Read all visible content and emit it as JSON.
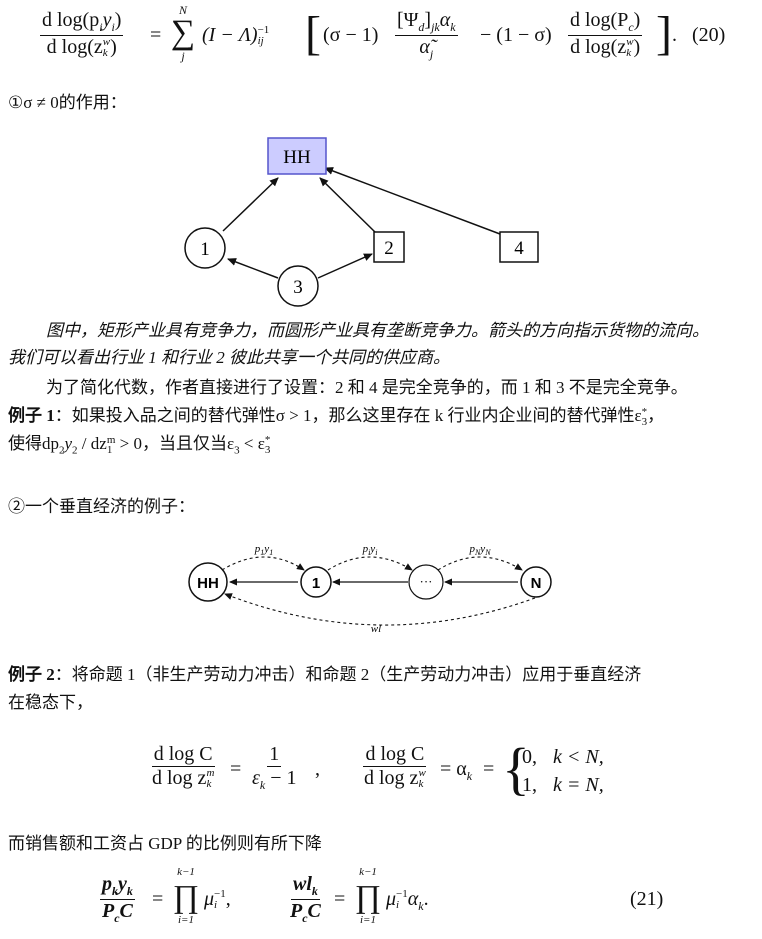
{
  "eq20": {
    "lhs_num": "d log(p",
    "lhs_num_sub": "i",
    "lhs_num_y": "y",
    "lhs_num_y_sub": "i",
    "lhs_num_close": ")",
    "lhs_den": "d log(z",
    "lhs_den_sup": "w",
    "lhs_den_sub": "k",
    "lhs_den_close": ")",
    "eq": "=",
    "sum_top": "N",
    "sum_bot": "j",
    "inv": "(I − Λ)",
    "inv_sup": "−1",
    "inv_sub": "ij",
    "term1": "(σ − 1)",
    "psi_num": "[Ψ",
    "psi_num_sub": "d",
    "psi_num_close": "]",
    "psi_num_sub2": "jk",
    "psi_alpha": "α",
    "psi_alpha_sub": "k",
    "psi_den": "α̃",
    "psi_den_sub": "j",
    "term2": "− (1 − σ)",
    "pc_num": "d log(P",
    "pc_num_sub": "c",
    "pc_num_close": ")",
    "pc_den": "d log(z",
    "pc_den_sup": "w",
    "pc_den_sub": "k",
    "pc_den_close": ")",
    "end": "].",
    "number": "(20)"
  },
  "section1": {
    "heading": "①σ ≠ 0的作用："
  },
  "diagram1": {
    "nodes": {
      "hh": "HH",
      "n1": "1",
      "n2": "2",
      "n3": "3",
      "n4": "4"
    },
    "colors": {
      "hh_fill": "#ccccff",
      "hh_stroke": "#5555cc",
      "stroke": "#111111"
    }
  },
  "caption": {
    "line1": "图中，矩形产业具有竞争力，而圆形产业具有垄断竞争力。箭头的方向指示货物的流向。",
    "line2": "我们可以看出行业 1 和行业 2 彼此共享一个共同的供应商。"
  },
  "para1": {
    "line1": "为了简化代数，作者直接进行了设置：2 和 4 是完全竞争的，而 1 和 3 不是完全竞争。",
    "example_label": "例子 1",
    "line2_rest": "：如果投入品之间的替代弹性σ > 1，那么这里存在 k 行业内企业间的替代弹性ε",
    "line2_sub": "3",
    "line2_sup": "*",
    "line2_end": "，",
    "line3_a": "使得dp",
    "line3_b": "2",
    "line3_c": "y",
    "line3_d": "2",
    "line3_e": " / dz",
    "line3_f": "1",
    "line3_g": "m",
    "line3_h": " > 0，当且仅当ε",
    "line3_i": "3",
    "line3_j": " < ε",
    "line3_k": "3",
    "line3_l": "*"
  },
  "section2": {
    "heading": "②一个垂直经济的例子："
  },
  "diagram2": {
    "nodes": {
      "hh": "HH",
      "n1": "1",
      "dots": "···",
      "nn": "N"
    },
    "labels": {
      "p1": "p",
      "p1_sub": "1",
      "y1": "y",
      "y1_sub": "1",
      "pi": "p",
      "pi_sub": "i",
      "yi": "y",
      "yi_sub": "i",
      "pn": "p",
      "pn_sub": "N",
      "yn": "y",
      "yn_sub": "N",
      "wl": "wl"
    }
  },
  "para2": {
    "example_label": "例子 2",
    "line1_rest": "：将命题 1（非生产劳动力冲击）和命题 2（生产劳动力冲击）应用于垂直经济",
    "line2": "在稳态下，"
  },
  "eq_mid": {
    "a_num": "d log C",
    "a_den": "d log z",
    "a_den_sup": "m",
    "a_den_sub": "k",
    "eq1": "=",
    "b_num": "1",
    "b_den": "ε",
    "b_den_sub": "k",
    "b_den_rest": " − 1",
    "comma": ",",
    "c_num": "d log C",
    "c_den": "d log z",
    "c_den_sup": "w",
    "c_den_sub": "k",
    "eq2": "= α",
    "eq2_sub": "k",
    "eq3": "=",
    "case1_val": "0,",
    "case1_cond": "k < N,",
    "case2_val": "1,",
    "case2_cond": "k = N,"
  },
  "para3": {
    "line1": "而销售额和工资占 GDP 的比例则有所下降"
  },
  "eq21": {
    "a_num": "p",
    "a_num_sub": "k",
    "a_num_y": "y",
    "a_num_y_sub": "k",
    "a_den": "P",
    "a_den_sub": "c",
    "a_den_c": "C",
    "eq1": "=",
    "prod_top": "k−1",
    "prod_bot": "i=1",
    "mu": "μ",
    "mu_sub": "i",
    "mu_sup": "−1",
    "comma": ",",
    "b_num": "wl",
    "b_num_sub": "k",
    "b_den": "P",
    "b_den_sub": "c",
    "b_den_c": "C",
    "eq2": "=",
    "prod2_top": "k−1",
    "prod2_bot": "i=1",
    "mu2": "μ",
    "mu2_sub": "i",
    "mu2_sup": "−1",
    "alpha": "α",
    "alpha_sub": "k",
    "period": ".",
    "number": "(21)"
  }
}
